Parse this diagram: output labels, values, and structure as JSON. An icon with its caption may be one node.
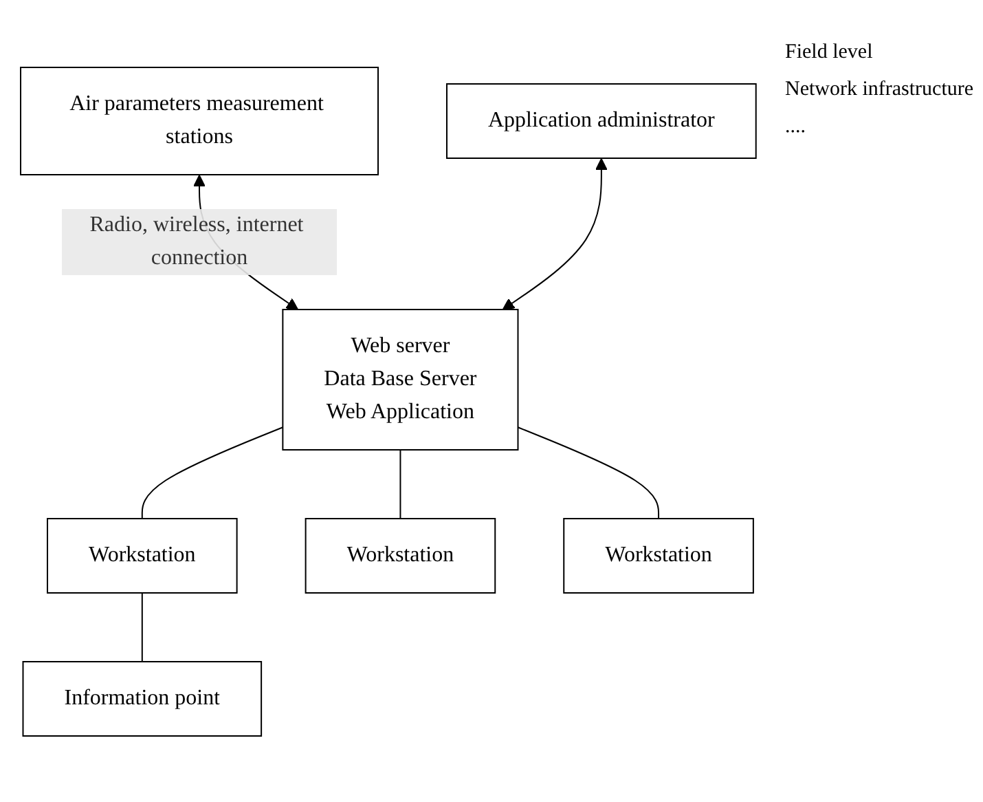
{
  "diagram": {
    "nodes": [
      {
        "text": [
          "Air parameters measurement stations"
        ]
      },
      {
        "text": [
          "Web server",
          "Data Base Server",
          "Web Application"
        ]
      },
      {
        "text": [
          "Application administrator"
        ]
      },
      {
        "text": [
          "Workstation"
        ]
      },
      {
        "text": [
          "Workstation"
        ]
      },
      {
        "text": [
          "Workstation"
        ]
      },
      {
        "text": [
          "Information point"
        ]
      }
    ],
    "edges": [
      {
        "from": 0,
        "to": 1,
        "arrow": "both",
        "label": "Radio, wireless, internet connection"
      },
      {
        "from": 2,
        "to": 1,
        "arrow": "both"
      },
      {
        "from": 1,
        "to": 3,
        "arrow": "none"
      },
      {
        "from": 1,
        "to": 4,
        "arrow": "none"
      },
      {
        "from": 1,
        "to": 5,
        "arrow": "none"
      },
      {
        "from": 3,
        "to": 6,
        "arrow": "none"
      }
    ],
    "labels": [
      "Field level",
      "Network infrastructure",
      "...."
    ]
  }
}
